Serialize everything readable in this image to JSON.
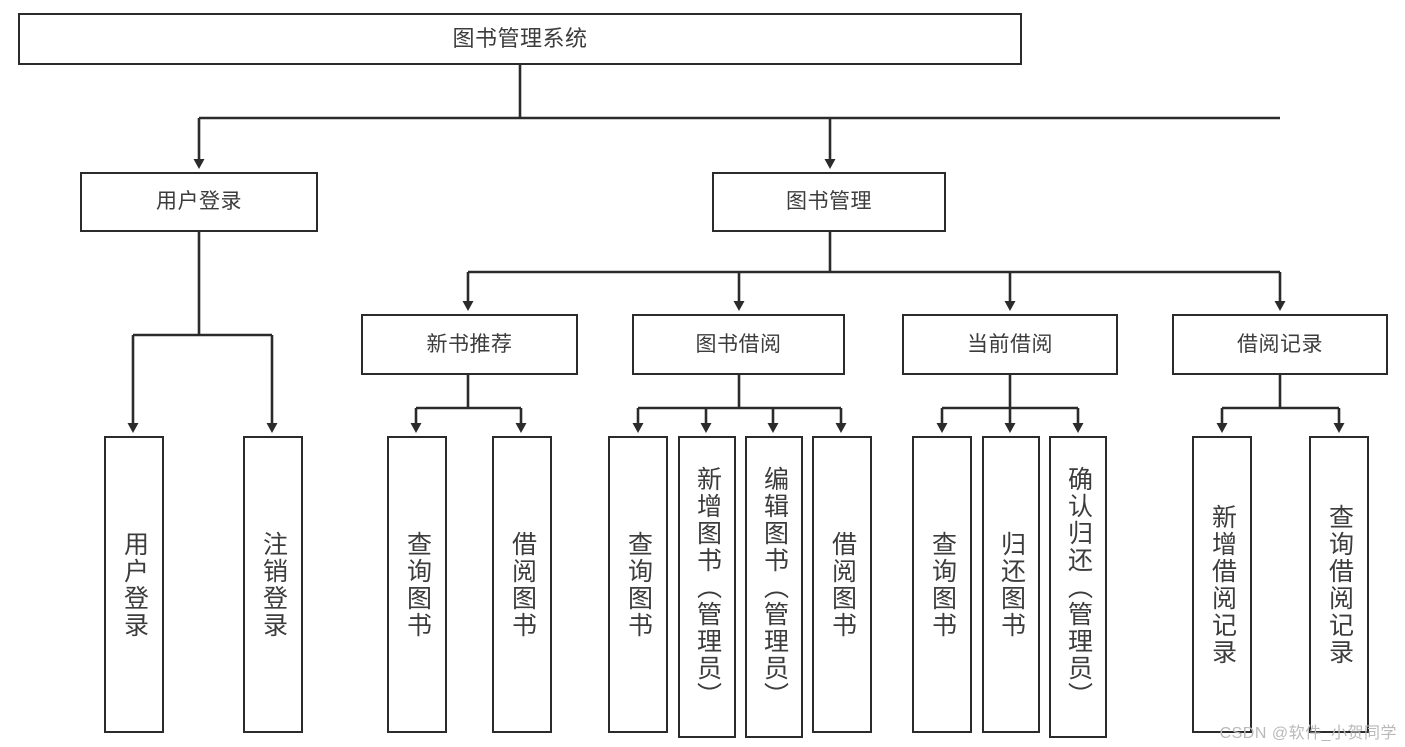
{
  "diagram": {
    "type": "tree-hierarchy-chart",
    "title": "图书管理系统",
    "watermark": "CSDN @软件_小贺同学",
    "colors": {
      "line": "#2b2b2b",
      "box_fill": "#ffffff",
      "text": "#3c3c3c",
      "watermark": "#b9b9b9"
    },
    "nodes": {
      "root": "图书管理系统",
      "level2": [
        "用户登录",
        "图书管理"
      ],
      "level3": [
        "新书推荐",
        "图书借阅",
        "当前借阅",
        "借阅记录"
      ],
      "leaves": {
        "user_login": [
          "用户登录",
          "注销登录"
        ],
        "new_book_recommend": [
          "查询图书",
          "借阅图书"
        ],
        "book_borrow": [
          "查询图书",
          "新增图书（管理员）",
          "编辑图书（管理员）",
          "借阅图书"
        ],
        "current_borrow": [
          "查询图书",
          "归还图书",
          "确认归还（管理员）"
        ],
        "borrow_record": [
          "新增借阅记录",
          "查询借阅记录"
        ]
      }
    },
    "edges": [
      {
        "from": "图书管理系统",
        "to": "用户登录"
      },
      {
        "from": "图书管理系统",
        "to": "图书管理"
      },
      {
        "from": "图书管理",
        "to": "新书推荐"
      },
      {
        "from": "图书管理",
        "to": "图书借阅"
      },
      {
        "from": "图书管理",
        "to": "当前借阅"
      },
      {
        "from": "图书管理",
        "to": "借阅记录"
      },
      {
        "from": "用户登录",
        "to": "用户登录"
      },
      {
        "from": "用户登录",
        "to": "注销登录"
      },
      {
        "from": "新书推荐",
        "to": "查询图书"
      },
      {
        "from": "新书推荐",
        "to": "借阅图书"
      },
      {
        "from": "图书借阅",
        "to": "查询图书"
      },
      {
        "from": "图书借阅",
        "to": "新增图书（管理员）"
      },
      {
        "from": "图书借阅",
        "to": "编辑图书（管理员）"
      },
      {
        "from": "图书借阅",
        "to": "借阅图书"
      },
      {
        "from": "当前借阅",
        "to": "查询图书"
      },
      {
        "from": "当前借阅",
        "to": "归还图书"
      },
      {
        "from": "当前借阅",
        "to": "确认归还（管理员）"
      },
      {
        "from": "借阅记录",
        "to": "新增借阅记录"
      },
      {
        "from": "借阅记录",
        "to": "查询借阅记录"
      }
    ]
  }
}
